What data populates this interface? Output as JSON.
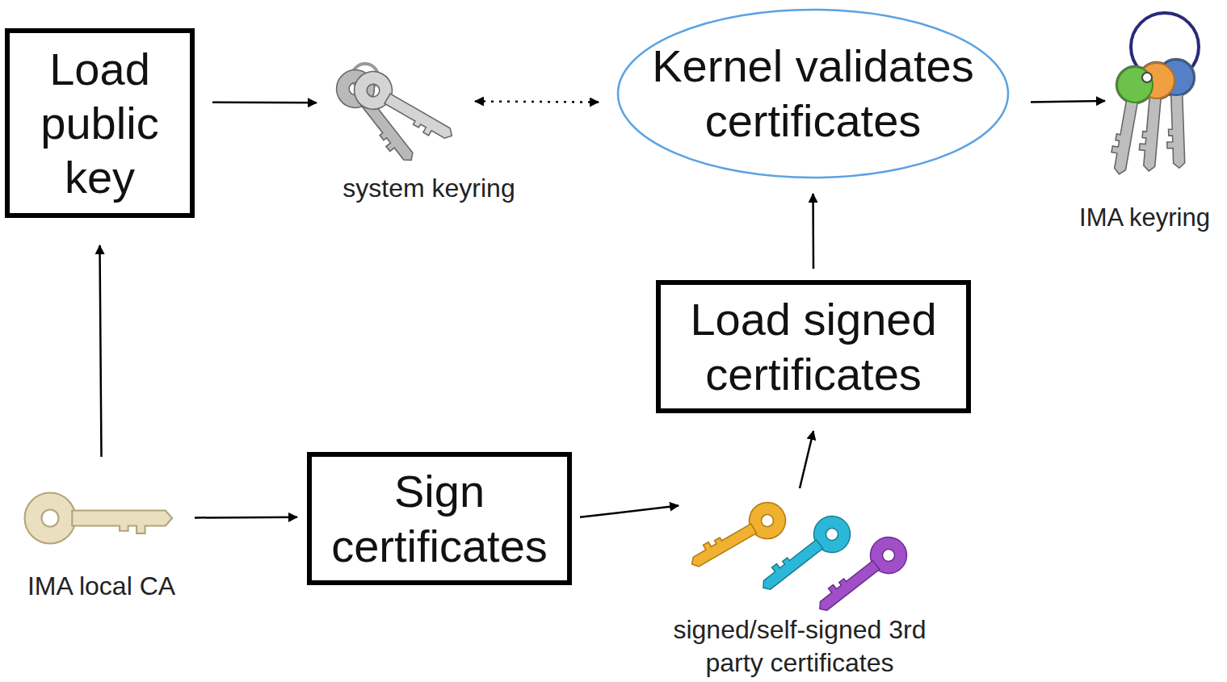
{
  "diagram": {
    "nodes": [
      {
        "text": [
          "Load public key"
        ]
      },
      {
        "text": [
          "system keyring"
        ]
      },
      {
        "text": [
          "Kernel validates certificates"
        ]
      },
      {
        "text": [
          "IMA keyring"
        ]
      },
      {
        "text": [
          "Load signed certificates"
        ]
      },
      {
        "text": [
          "IMA local CA"
        ]
      },
      {
        "text": [
          "Sign certificates"
        ]
      },
      {
        "text": [
          "signed/self-signed 3rd party certificates"
        ]
      }
    ],
    "edges": [
      {
        "from": 0,
        "to": 1,
        "arrow": "to"
      },
      {
        "from": 1,
        "to": 2,
        "arrow": "both"
      },
      {
        "from": 2,
        "to": 3,
        "arrow": "to"
      },
      {
        "from": 4,
        "to": 2,
        "arrow": "to"
      },
      {
        "from": 5,
        "to": 0,
        "arrow": "to"
      },
      {
        "from": 5,
        "to": 6,
        "arrow": "to"
      },
      {
        "from": 6,
        "to": 7,
        "arrow": "to"
      },
      {
        "from": 7,
        "to": 4,
        "arrow": "to"
      }
    ]
  }
}
